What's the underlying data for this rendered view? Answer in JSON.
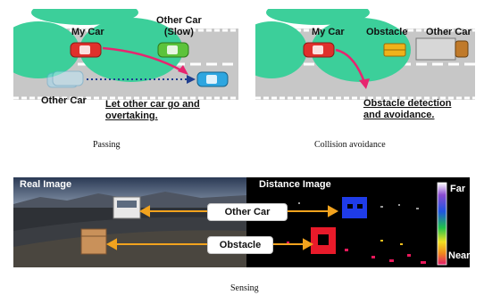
{
  "passing": {
    "my_car": "My Car",
    "other_car_slow_line1": "Other Car",
    "other_car_slow_line2": "(Slow)",
    "other_car": "Other Car",
    "note_line1": "Let other car go and",
    "note_line2": "overtaking.",
    "caption": "Passing"
  },
  "collision": {
    "my_car": "My Car",
    "obstacle": "Obstacle",
    "other_car": "Other Car",
    "note_line1": "Obstacle detection",
    "note_line2": "and avoidance.",
    "caption": "Collision avoidance"
  },
  "sensing": {
    "real_image": "Real Image",
    "distance_image": "Distance Image",
    "other_car_label": "Other Car",
    "obstacle_label": "Obstacle",
    "scale_far": "Far",
    "scale_near": "Near",
    "caption": "Sensing"
  },
  "colors": {
    "sensor_field": "#3ccf9a",
    "road": "#c7c7c7",
    "lane_line": "#ffffff",
    "my_car": "#e0302c",
    "other_car_slow": "#5cc33b",
    "other_car": "#2ea6e0",
    "obstacle_box": "#f0b21a",
    "truck": "#d7d7d7",
    "path_arrow": "#e8246f",
    "overtake_arrow": "#1e3d8f",
    "callout_arrow": "#f2a31e"
  }
}
